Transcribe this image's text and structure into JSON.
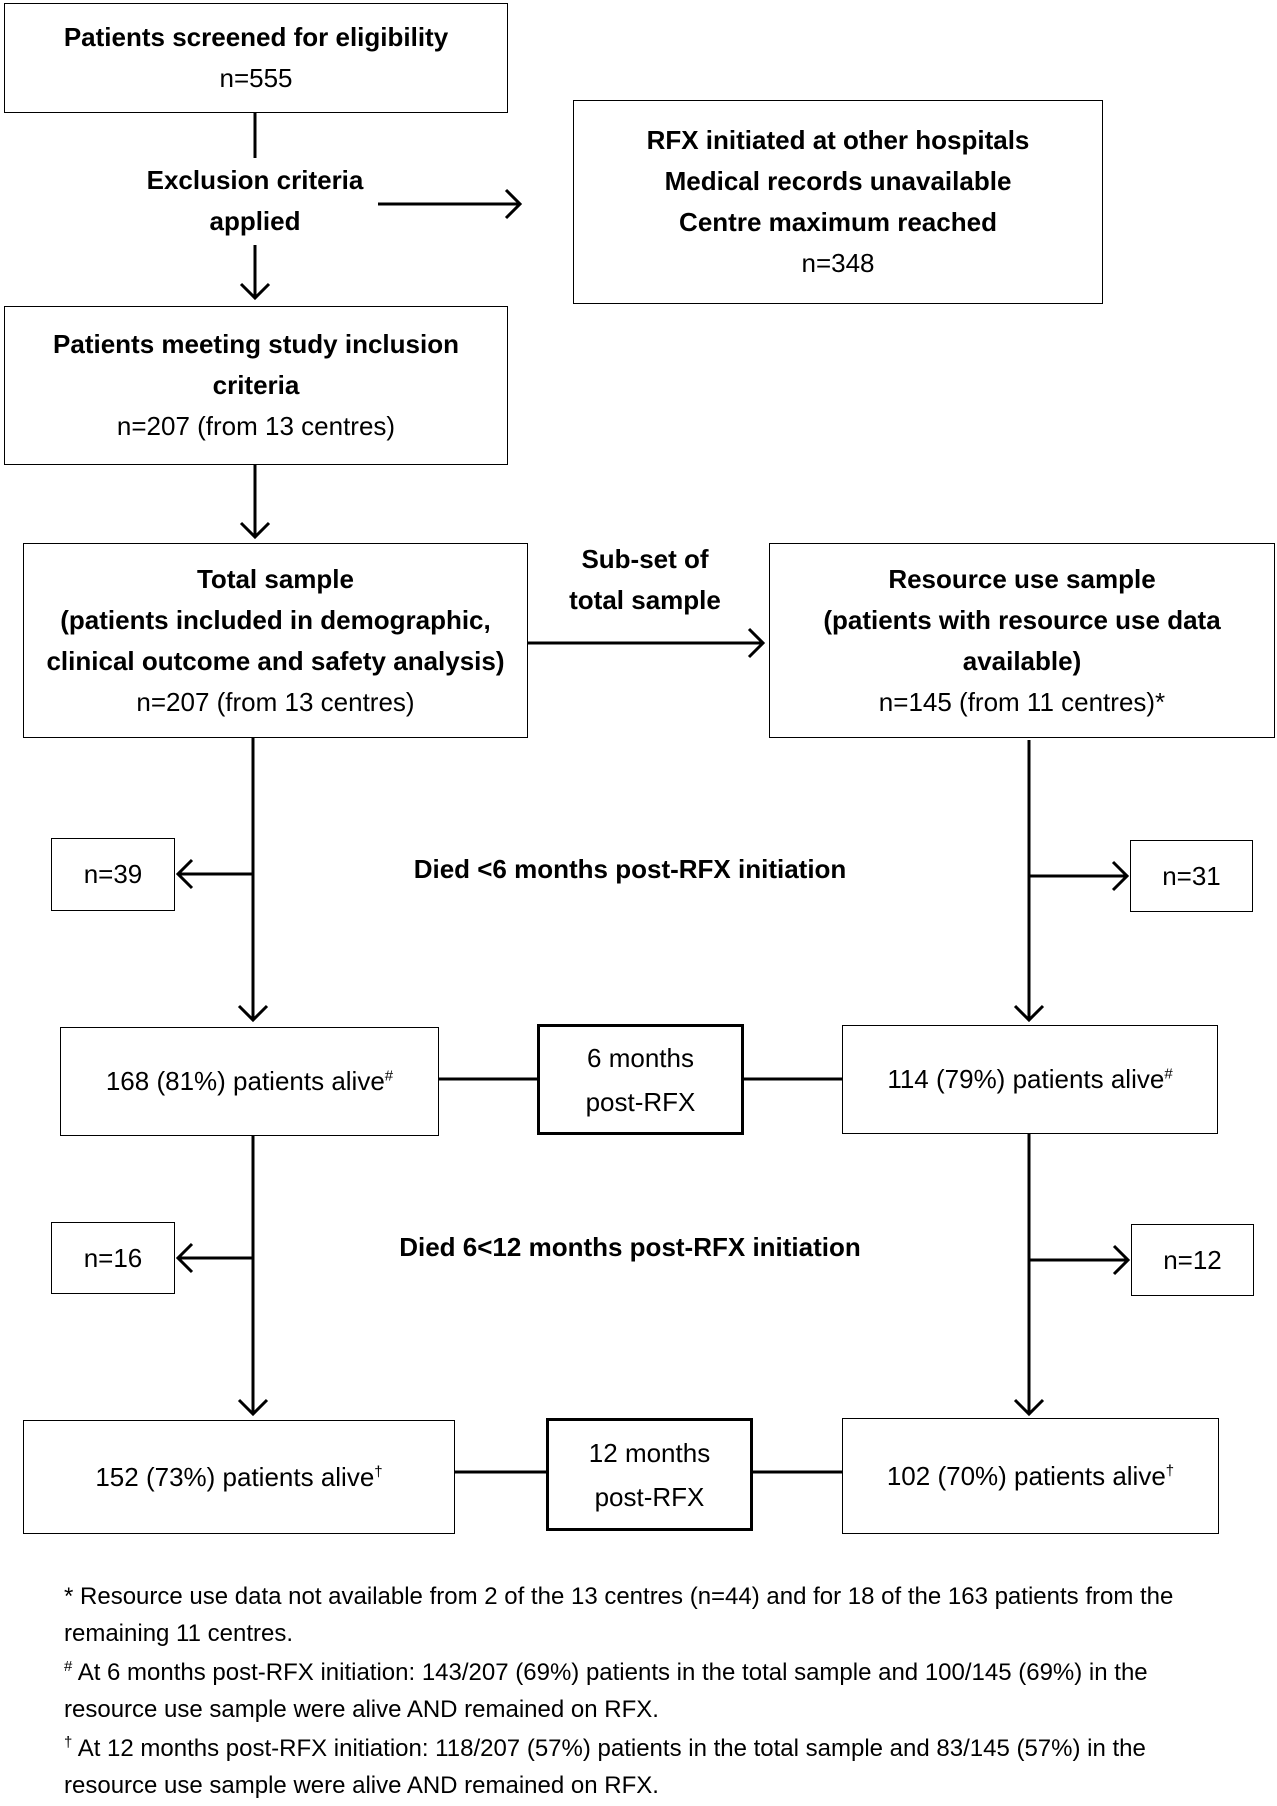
{
  "screened": {
    "title": "Patients screened for eligibility",
    "n": "n=555"
  },
  "exclusion": {
    "line1": "Exclusion criteria",
    "line2": "applied"
  },
  "excluded": {
    "reasons": [
      "RFX initiated at other hospitals",
      "Medical records unavailable",
      "Centre maximum reached"
    ],
    "n": "n=348"
  },
  "included": {
    "line1": "Patients meeting study inclusion",
    "line2": "criteria",
    "n": "n=207 (from 13 centres)"
  },
  "total_sample": {
    "title": "Total sample",
    "desc1": "(patients included in demographic,",
    "desc2": "clinical outcome and safety analysis)",
    "n": "n=207 (from 13 centres)"
  },
  "subset_label": {
    "line1": "Sub-set of",
    "line2": "total sample"
  },
  "resource_sample": {
    "title": "Resource use sample",
    "desc1": "(patients with resource use data",
    "desc2": "available)",
    "n": "n=145 (from 11 centres)*"
  },
  "died_6": {
    "label": "Died <6 months post-RFX initiation",
    "left_n": "n=39",
    "right_n": "n=31"
  },
  "six_months": {
    "left": "168 (81%) patients alive",
    "left_mark": "#",
    "center1": "6 months",
    "center2": "post-RFX",
    "right": "114 (79%) patients alive",
    "right_mark": "#"
  },
  "died_12": {
    "label": "Died 6<12 months post-RFX initiation",
    "left_n": "n=16",
    "right_n": "n=12"
  },
  "twelve_months": {
    "left": "152 (73%) patients alive",
    "left_mark": "†",
    "center1": "12 months",
    "center2": "post-RFX",
    "right": "102 (70%) patients alive",
    "right_mark": "†"
  },
  "notes": {
    "star": "* Resource use data not available from 2 of the 13 centres (n=44) and for 18 of the 163 patients from the remaining 11 centres.",
    "hash_mark": "#",
    "hash": " At 6 months post-RFX initiation: 143/207 (69%) patients in the total sample and 100/145 (69%) in the resource use sample were alive AND remained on RFX.",
    "dagger_mark": "†",
    "dagger": " At 12 months post-RFX initiation: 118/207 (57%) patients in the total sample and 83/145 (57%) in the resource use sample were alive AND remained on RFX."
  }
}
